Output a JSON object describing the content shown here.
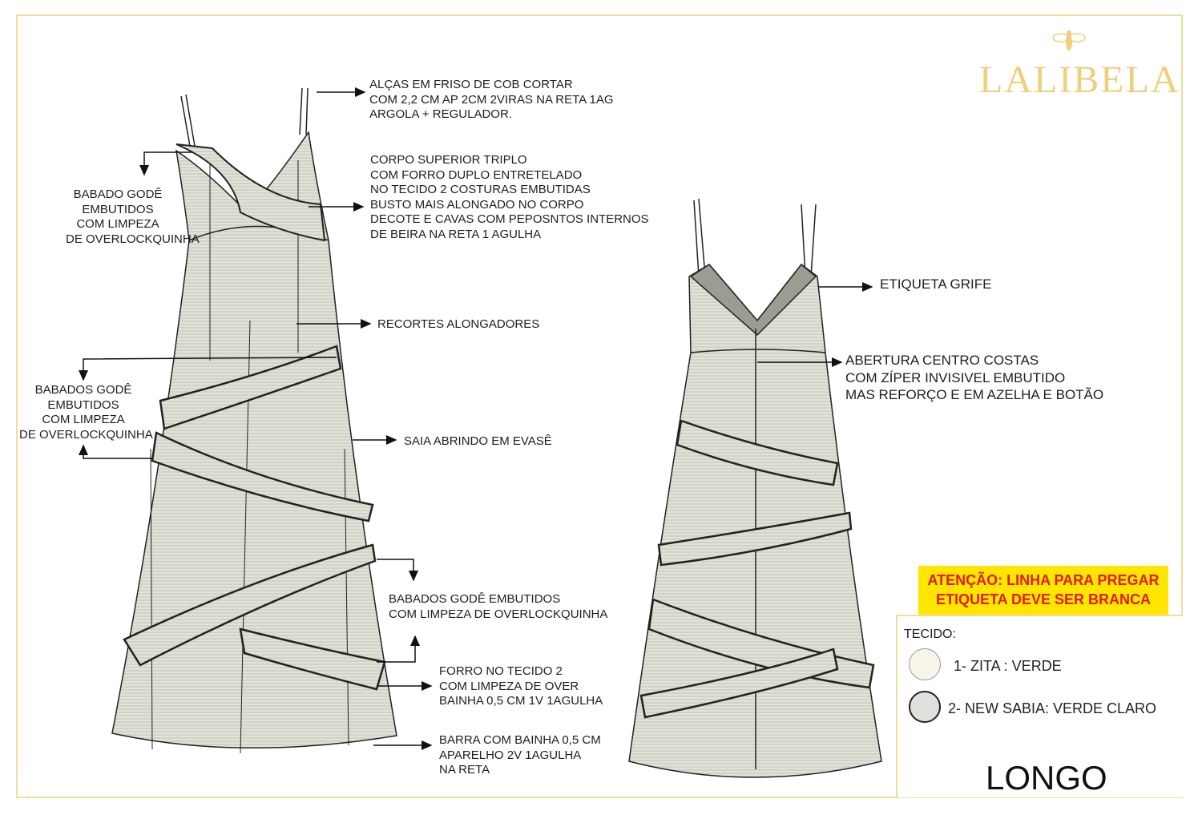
{
  "brand": {
    "name": "LALIBELA",
    "logo_icon": "bee-icon",
    "color": "#f0cf7c"
  },
  "annotations": {
    "strap": "ALÇAS EM FRISO DE COB CORTAR\nCOM 2,2 CM AP 2CM 2VIRAS NA RETA 1AG\nARGOLA + REGULADOR.",
    "upper_body": "CORPO SUPERIOR TRIPLO\nCOM FORRO DUPLO ENTRETELADO\nNO TECIDO 2 COSTURAS EMBUTIDAS\nBUSTO MAIS ALONGADO NO CORPO\nDECOTE E CAVAS COM PEPOSNTOS INTERNOS\nDE BEIRA NA RETA 1 AGULHA",
    "ruffle_top": "BABADO GODÊ\nEMBUTIDOS\nCOM LIMPEZA\nDE OVERLOCKQUINHA",
    "cuts": "RECORTES ALONGADORES",
    "ruffles_left": "BABADOS GODÊ\nEMBUTIDOS\nCOM LIMPEZA\nDE OVERLOCKQUINHA",
    "skirt": "SAIA ABRINDO EM EVASÊ",
    "ruffles_bottom": "BABADOS GODÊ EMBUTIDOS\nCOM LIMPEZA DE OVERLOCKQUINHA",
    "lining": "FORRO NO TECIDO 2\nCOM LIMPEZA DE OVER\nBAINHA 0,5 CM 1V 1AGULHA",
    "hem": "BARRA COM BAINHA 0,5 CM\nAPARELHO 2V 1AGULHA\nNA RETA",
    "label": "ETIQUETA GRIFE",
    "back_opening": "ABERTURA CENTRO COSTAS\nCOM ZÍPER INVISIVEL EMBUTIDO\nMAS REFORÇO E EM AZELHA E BOTÃO"
  },
  "warning": {
    "text": "ATENÇÃO: LINHA PARA PREGAR\nETIQUETA DEVE SER BRANCA",
    "bg": "#ffe600",
    "color": "#e01b1b"
  },
  "fabric": {
    "title": "TECIDO:",
    "items": [
      {
        "label": "1- ZITA : VERDE",
        "color": "#f6f5e8"
      },
      {
        "label": "2- NEW SABIA: VERDE CLARO",
        "color": "#dfe2dc"
      }
    ]
  },
  "model": "LONGO"
}
